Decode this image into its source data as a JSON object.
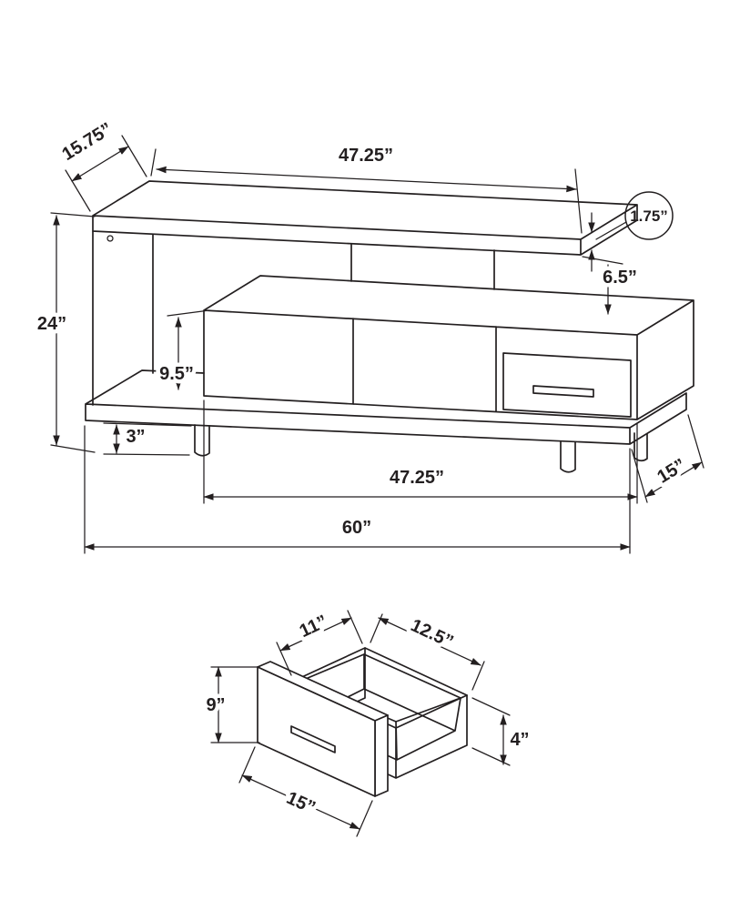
{
  "diagram": {
    "background": "#ffffff",
    "line_color": "#231f20",
    "main_view": {
      "name": "tv-stand-dimension-drawing",
      "labels": {
        "top_shelf_depth": "15.75”",
        "top_shelf_length": "47.25”",
        "top_thickness": "1.75”",
        "total_height": "24”",
        "shelf_gap": "6.5”",
        "opening_height": "9.5”",
        "leg_height": "3”",
        "console_length": "47.25”",
        "depth": "15”",
        "total_length": "60”"
      }
    },
    "drawer_view": {
      "name": "drawer-detail-drawing",
      "labels": {
        "inner_depth": "11”",
        "inner_width": "12.5”",
        "front_height": "9”",
        "side_height": "4”",
        "front_width": "15”"
      }
    }
  }
}
